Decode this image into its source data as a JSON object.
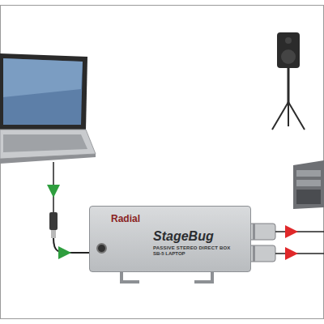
{
  "diagram": {
    "nodes": [
      {
        "text": [
          "Radial",
          "StageBug",
          "PASSIVE STEREO DIRECT BOX",
          "SB-5 LAPTOP"
        ]
      }
    ]
  }
}
